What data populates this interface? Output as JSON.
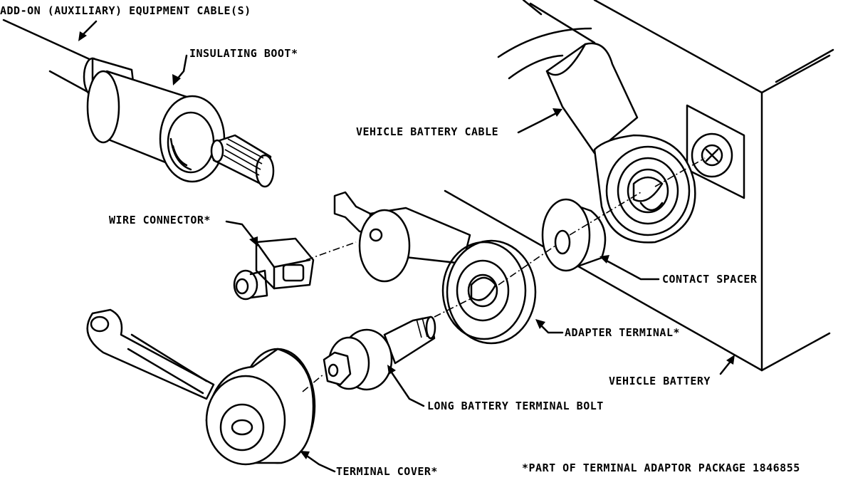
{
  "labels": {
    "addon_cable": "ADD-ON (AUXILIARY) EQUIPMENT CABLE(S)",
    "insulating_boot": "INSULATING BOOT*",
    "vehicle_battery_cable": "VEHICLE BATTERY CABLE",
    "wire_connector": "WIRE CONNECTOR*",
    "contact_spacer": "CONTACT SPACER",
    "adapter_terminal": "ADAPTER TERMINAL*",
    "vehicle_battery": "VEHICLE BATTERY",
    "long_bolt": "LONG BATTERY TERMINAL BOLT",
    "terminal_cover": "TERMINAL COVER*",
    "footnote": "*PART OF TERMINAL ADAPTOR PACKAGE 1846855"
  },
  "icons": {
    "boot": "insulating-boot-icon",
    "connector": "wire-connector-icon",
    "cover": "terminal-cover-icon",
    "bolt": "terminal-bolt-icon",
    "adapter": "adapter-terminal-icon",
    "spacer": "contact-spacer-icon",
    "cable": "battery-cable-icon",
    "battery": "battery-case-icon"
  }
}
